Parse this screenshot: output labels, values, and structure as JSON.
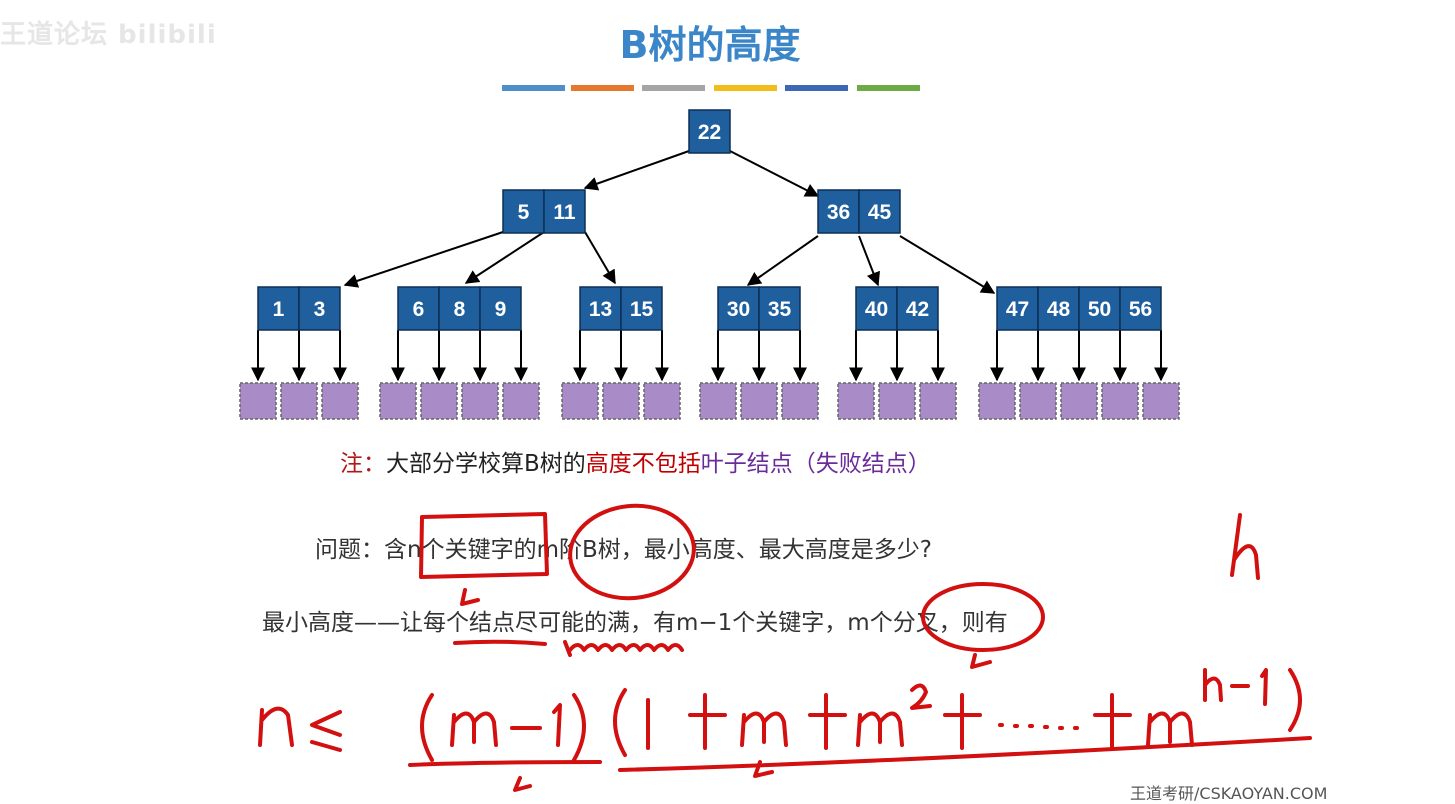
{
  "watermark": "王道论坛 bilibili",
  "title": "B树的高度",
  "title_bar_colors": [
    "#4e8fc9",
    "#e57a2e",
    "#a5a5a5",
    "#f2bd1a",
    "#3b67b4",
    "#6aab45"
  ],
  "tree": {
    "root": [
      "22"
    ],
    "level2": [
      [
        "5",
        "11"
      ],
      [
        "36",
        "45"
      ]
    ],
    "level3": [
      [
        "1",
        "3"
      ],
      [
        "6",
        "8",
        "9"
      ],
      [
        "13",
        "15"
      ],
      [
        "30",
        "35"
      ],
      [
        "40",
        "42"
      ],
      [
        "47",
        "48",
        "50",
        "56"
      ]
    ],
    "node_color": "#1f5f9e",
    "leaf_color": "#a98bc7"
  },
  "note": {
    "prefix": "注：",
    "plain": "大部分学校算B树的",
    "red": "高度不包括",
    "purple": "叶子结点（失败结点）"
  },
  "question": "问题：含n个关键字的m阶B树，最小高度、最大高度是多少?",
  "min_height_line": "最小高度——让每个结点尽可能的满，有m−1个关键字，m个分叉，则有",
  "handwriting": {
    "formula": "n ≤ (m-1)(1+m+m²+·····+m^(h-1))",
    "h": "h",
    "ink_color": "#d21010"
  },
  "footer": "王道考研/CSKAOYAN.COM"
}
